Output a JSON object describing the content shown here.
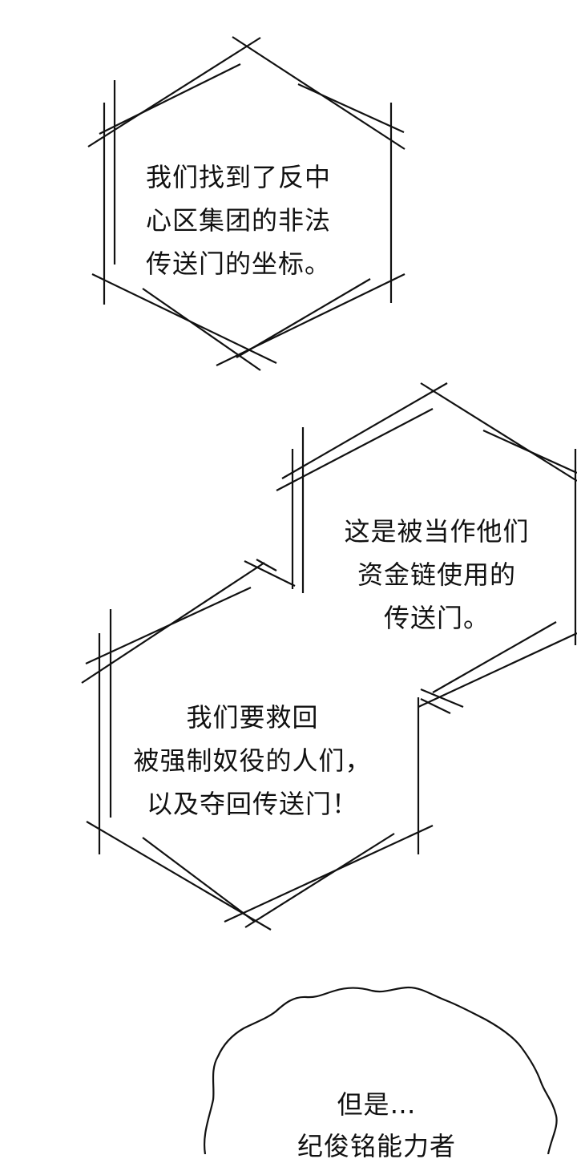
{
  "bubbles": [
    {
      "shape": "hexagon",
      "lines": [
        "我们找到了反中",
        "心区集团的非法",
        "传送门的坐标。"
      ]
    },
    {
      "shape": "hexagon",
      "lines": [
        "这是被当作他们",
        "资金链使用的",
        "传送门。"
      ]
    },
    {
      "shape": "hexagon",
      "lines": [
        "我们要救回",
        "被强制奴役的人们，",
        "以及夺回传送门！"
      ]
    },
    {
      "shape": "wavy-cloud",
      "lines": [
        "但是…",
        "纪俊铭能力者"
      ]
    }
  ],
  "colors": {
    "ink": "#111111",
    "paper": "#ffffff"
  }
}
